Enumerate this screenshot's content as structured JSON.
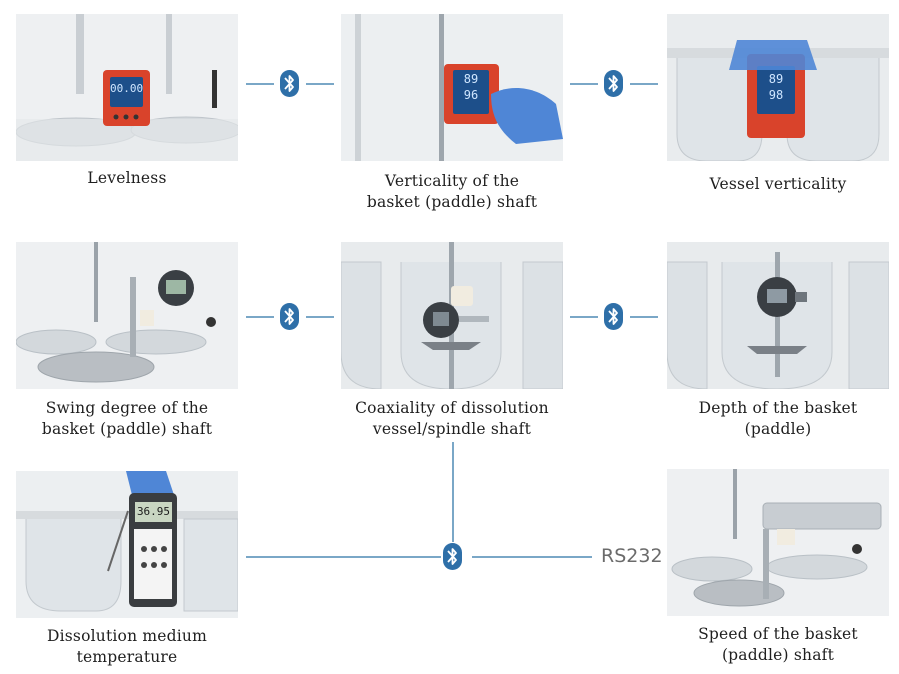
{
  "captions": {
    "levelness": "Levelness",
    "verticality_shaft": "Verticality of the\nbasket (paddle) shaft",
    "vessel_verticality": "Vessel verticality",
    "swing_degree": "Swing degree of the\nbasket (paddle) shaft",
    "coaxiality": "Coaxiality of dissolution\nvessel/spindle shaft",
    "depth": "Depth of the basket\n(paddle)",
    "temperature": "Dissolution medium\ntemperature",
    "speed": "Speed of the basket\n(paddle) shaft"
  },
  "displays": {
    "level_reading": "00.00",
    "vert_reading_top": "89",
    "vert_reading_bottom": "96",
    "vessel_reading_top": "89",
    "vessel_reading_bottom": "98",
    "thermometer_reading": "36.95"
  },
  "labels": {
    "rs232": "RS232"
  },
  "icons": {
    "connector": "bluetooth-icon"
  },
  "colors": {
    "connector_line": "#7aa7c7",
    "bluetooth_badge": "#2e6fa8",
    "level_device": "#d9432b"
  }
}
